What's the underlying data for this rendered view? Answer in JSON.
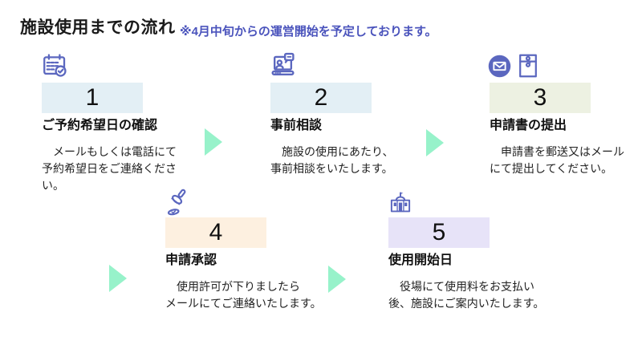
{
  "header": {
    "title": "施設使用までの流れ",
    "note": "※4月中旬からの運営開始を予定しております。"
  },
  "colors": {
    "accent_indigo": "#5b67bf",
    "note_blue": "#4a53bc",
    "arrow_mint": "#97f2ca",
    "title_black": "#1a1a1a",
    "body_text": "#222222"
  },
  "steps": [
    {
      "number": "1",
      "title": "ご予約希望日の確認",
      "body": "　メールもしくは電話にて\n予約希望日をご連絡くださ\nい。",
      "icons": [
        "calendar-check-icon"
      ],
      "block_color": "#e3eff5"
    },
    {
      "number": "2",
      "title": "事前相談",
      "body": "　施設の使用にあたり、\n事前相談をいたします。",
      "icons": [
        "laptop-video-chat-icon"
      ],
      "block_color": "#e3eff5"
    },
    {
      "number": "3",
      "title": "申請書の提出",
      "body": "　申請書を郵送又はメール\nにて提出してください。",
      "icons": [
        "mail-circle-icon",
        "envelope-clasp-icon"
      ],
      "block_color": "#edf1e2"
    },
    {
      "number": "4",
      "title": "申請承認",
      "body": "　使用許可が下りましたら\nメールにてご連絡いたします。",
      "icons": [
        "stamp-icon"
      ],
      "block_color": "#fdf0e0"
    },
    {
      "number": "5",
      "title": "使用開始日",
      "body": "　役場にて使用料をお支払い\n後、施設にご案内いたします。",
      "icons": [
        "town-hall-icon"
      ],
      "block_color": "#e7e3f8"
    }
  ]
}
